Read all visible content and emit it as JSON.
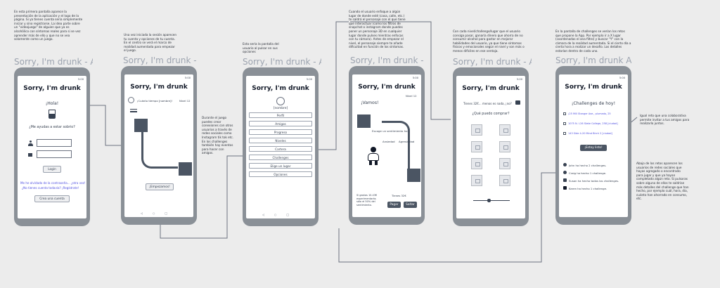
{
  "ghost_titles": [
    "Sorry, I'm drunk - App",
    "Sorry, I'm drunk - App",
    "Sorry, I'm drunk - App",
    "Sorry, I'm drunk - App",
    "Sorry, I'm drunk - App",
    "Sorry, I'm drunk App"
  ],
  "app_title": "Sorry, I'm drunk",
  "status_text": "5:00",
  "annotations": {
    "a1": "En esta primera pantalla aparece la\npresentación de la aplicación y el logo de la\npágina. Si ya tienes cuenta seria simplemente\niniciar y sino registrarse. La idea parte sobre\nun \"videojuego\" de alguien que ya es\nalcohólico con síntomas reales para si se vez\naprender más de ello y que no se vea\nsolamente como un juego.",
    "a2": "Una vez iniciada la sesión aparecen\ntu cuenta y opciones de tu cuenta.\nEn el centro se verá el marco de\nrealidad aumentada para empezar\nel juego.",
    "a3": "Durante el juego\npuedes crear\nconexiones con otros\nusuarios a través de\nredes sociales como\nInstagram tik tok etc.\nEn los challenges\ntambién hay eventos\npara hacer con\namigos.",
    "a4": "Esta sería la pantalla del\nusuario al pulsar en sus\nopciones",
    "a5": "Cuando el usuario enfoque a algún\nlugar de donde esté (casa, calle, etc.)\nte saldrá el personaje con el que tiene\nque interactuar (como los filtros de\nsnapchat o instagram donde puedes\nponer un personaje 3D en cualquier\nlugar donde pulses mientras enfocas\ncon tu cámara). Antes de empezar el\nnivel, el personaje siempre te añade\ndificultad en función de los síntomas.",
    "a6": "Con cada nivel/challenge/lugar que el usuario\nconsiga pasar, ganaría dinero que ahorra de no\nconsumir alcohol para gastar en mejorar\nhabilidades del usuario, ya que tiene síntomas\nfísicos y emocionales según el nivel y son más o\nmenos difíciles en ese ventaja.",
    "a7": "En la pantalla de challenges se verían los retos\nque propone la App. Por ejemplo ir a X lugar\n(coordenadas el ana filtro) y buscar \"Y\" con la\ncámara de la realidad aumentada. Si el cierto día a\ncierta hora a realizar un desafío. Los detalles\nestarían dentro de cada uno.",
    "a8": "Igual reto que una colaborativa\npermite invitar a tus amigos para\nrealizarlo juntos.",
    "a9": "Abajo de los retos aparecen los\nusuarios de redes sociales que\nhayas agregado o encontrado\npara jugar y que ya hayan\ncompletado algún reto. Si pulsaras\nsobre alguno de ellos te saldrían\nmás detalles del challenge que han\nhecho, por ejemplo cuál, hora, día,\ncuánto han ahorrado en consumo,\netc."
  },
  "s1": {
    "greeting": "¡Hola!",
    "question": "¿Me ayudas a estar sobrio?",
    "login": "Login",
    "forgot": "Me he olvidado de la contraseña... ¿otra vez!",
    "no_account": "¿No tienes cuenta todavía? ¡Regístrate!",
    "create": "Crea una cuenta"
  },
  "s2": {
    "account": "¡Cuánto tiempo [nombre]!",
    "level": "Nivel 12",
    "start": "¡Empezamos!"
  },
  "s3": {
    "name": "[nombre]",
    "menu": [
      "Perfil",
      "Amigos",
      "Progreso",
      "Niveles",
      "Cartera",
      "Challenges",
      "Elige un lugar",
      "Opciones"
    ]
  },
  "s4": {
    "level": "Nivel 12",
    "go": "¡Vamos!",
    "choose": "Escoge un sentimiento hoy",
    "f1": "Ansiedad",
    "f2": "Agresividad",
    "spent": "Si gastas 10.43€\nexperimentarás\nsólo el 50% del\nsentimiento.",
    "have": "Tienes 32€",
    "pay": "Pagar",
    "skip": "Saltar"
  },
  "s5": {
    "money": "Tienes 32€... menos es nada, ¡no?",
    "buy": "¿Qué puedo comprar?"
  },
  "s6": {
    "title": "¡Challenges de hoy!",
    "challenges": [
      "¡25 Mill Stanger Ave., plumado, 25",
      "1075 N. I-26 State College, 258 [ciudad]",
      "143 Side 4-20 Mind Birch 2 [ciudad]"
    ],
    "button": "¡Estoy listo!",
    "feed": [
      "John ha hecho 2 challenges.",
      "Craig ha hecho 1 challenge.",
      "Susan ha hecho todos los challenges.",
      "Karen ha hecho 1 challenge."
    ]
  }
}
